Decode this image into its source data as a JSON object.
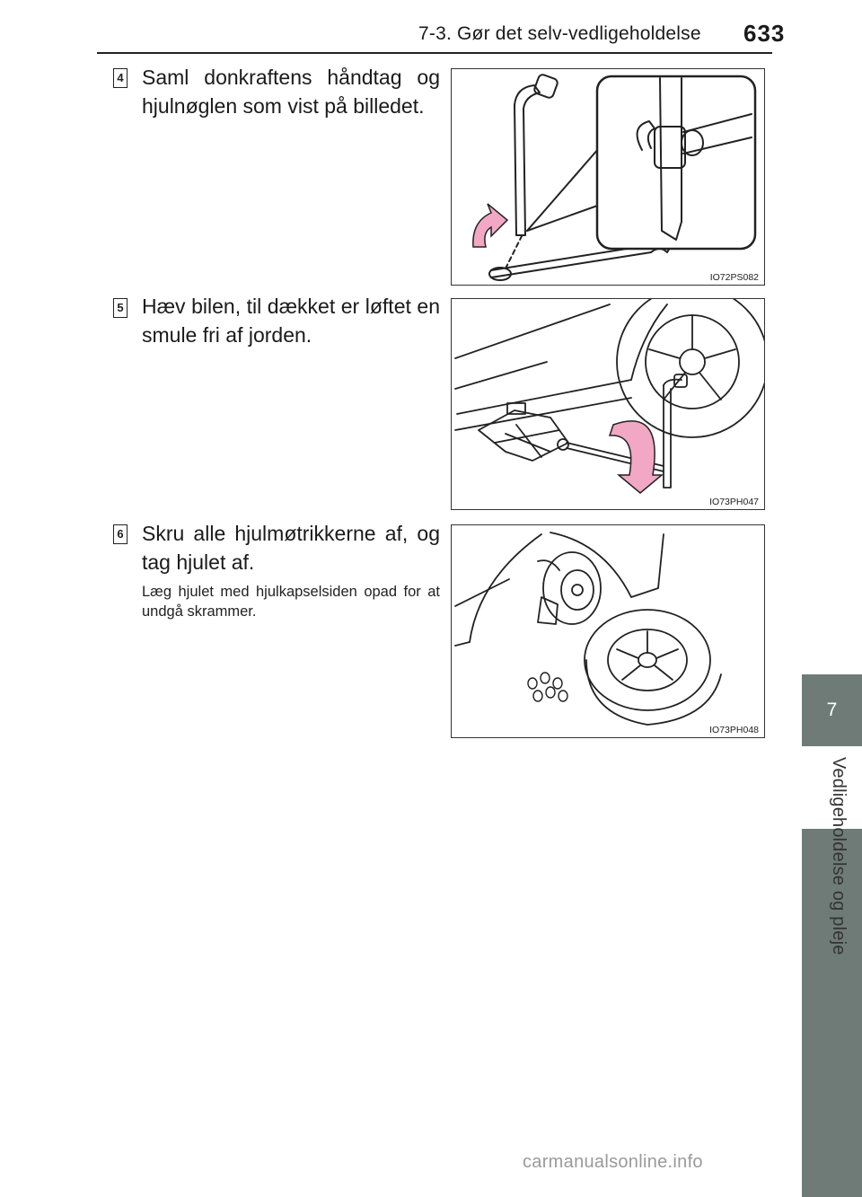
{
  "header": {
    "section_title": "7-3. Gør det selv-vedligeholdelse",
    "page_number": "633"
  },
  "side_tab": {
    "chapter_number": "7",
    "chapter_label": "Vedligeholdelse og pleje"
  },
  "steps": [
    {
      "number": "4",
      "text": "Saml donkraftens håndtag og hjulnøglen som vist på billedet.",
      "note": "",
      "figure_code": "IO72PS082"
    },
    {
      "number": "5",
      "text": "Hæv bilen, til dækket er løftet en smule fri af jorden.",
      "note": "",
      "figure_code": "IO73PH047"
    },
    {
      "number": "6",
      "text": "Skru alle hjulmøtrikkerne af, og tag hjulet af.",
      "note": "Læg hjulet med hjulkapselsiden opad for at undgå skrammer.",
      "figure_code": "IO73PH048"
    }
  ],
  "watermark": "carmanualsonline.info",
  "colors": {
    "accent_pink": "#f2a7c4",
    "side_tab": "#6f7b76"
  }
}
